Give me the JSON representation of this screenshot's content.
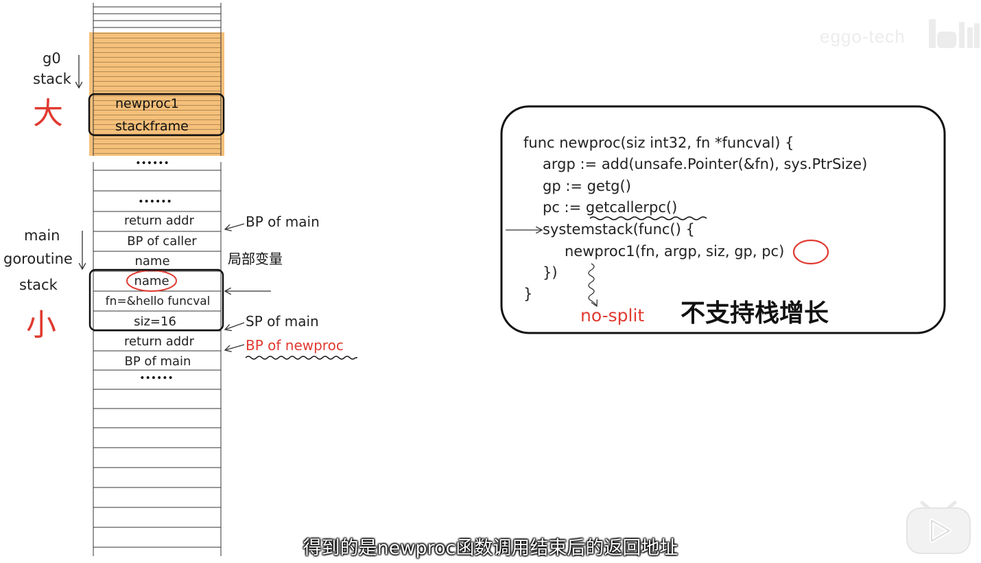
{
  "watermark": {
    "text": "eggo-tech"
  },
  "g0": {
    "label_line1": "g0",
    "label_line2": "stack",
    "big_char": "大",
    "frame_line1": "newproc1",
    "frame_line2": "stackframe",
    "dots": "••••••",
    "highlight_color": "#f5c07a"
  },
  "main_stack": {
    "label_line1": "main",
    "label_line2": "goroutine",
    "label_line3": "stack",
    "small_char": "小",
    "cells": [
      "••••••",
      "return addr",
      "BP of caller",
      "name",
      "name",
      "fn=&hello funcval",
      "siz=16",
      "return addr",
      "BP of main",
      "••••••"
    ]
  },
  "annotations": {
    "bp_of_main": "BP of main",
    "local_var": "局部变量",
    "sp_of_main": "SP of main",
    "bp_of_newproc": "BP of newproc",
    "red_color": "#e03a30"
  },
  "code": {
    "lines": [
      "func newproc(siz int32, fn *funcval) {",
      "argp := add(unsafe.Pointer(&fn), sys.PtrSize)",
      "gp := getg()",
      "pc := getcallerpc()",
      "systemstack(func() {",
      "newproc1(fn, argp, siz, gp, pc)",
      "})",
      "}"
    ],
    "no_split": "no-split",
    "no_growth": "不支持栈增长"
  },
  "subtitle": "得到的是newproc函数调用结束后的返回地址"
}
